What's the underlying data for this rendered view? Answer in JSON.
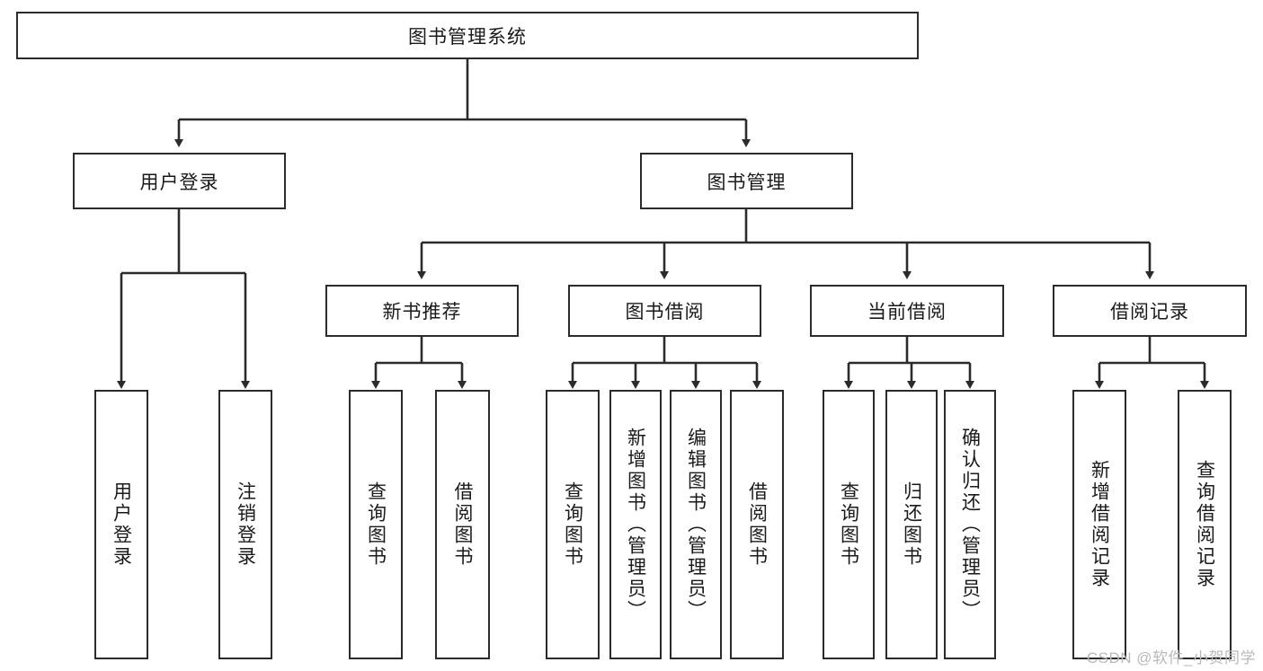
{
  "diagram": {
    "title": "图书管理系统",
    "type": "tree-hierarchy-chart",
    "levels": 4,
    "root": {
      "label": "图书管理系统"
    },
    "level2": [
      {
        "label": "用户登录"
      },
      {
        "label": "图书管理"
      }
    ],
    "level3": [
      {
        "label": "新书推荐"
      },
      {
        "label": "图书借阅"
      },
      {
        "label": "当前借阅"
      },
      {
        "label": "借阅记录"
      }
    ],
    "leaves": {
      "user_login": [
        {
          "label": "用户登录"
        },
        {
          "label": "注销登录"
        }
      ],
      "new_book_recommend": [
        {
          "label": "查询图书"
        },
        {
          "label": "借阅图书"
        }
      ],
      "book_borrow": [
        {
          "label": "查询图书"
        },
        {
          "label": "新增图书（管理员）"
        },
        {
          "label": "编辑图书（管理员）"
        },
        {
          "label": "借阅图书"
        }
      ],
      "current_borrow": [
        {
          "label": "查询图书"
        },
        {
          "label": "归还图书"
        },
        {
          "label": "确认归还（管理员）"
        }
      ],
      "borrow_record": [
        {
          "label": "新增借阅记录"
        },
        {
          "label": "查询借阅记录"
        }
      ]
    }
  },
  "watermark": {
    "text": "CSDN @软件_小贺同学"
  },
  "colors": {
    "stroke": "#2b2b2b",
    "fill": "#ffffff",
    "text": "#1a1a1a",
    "watermark": "#b9b9b9"
  }
}
